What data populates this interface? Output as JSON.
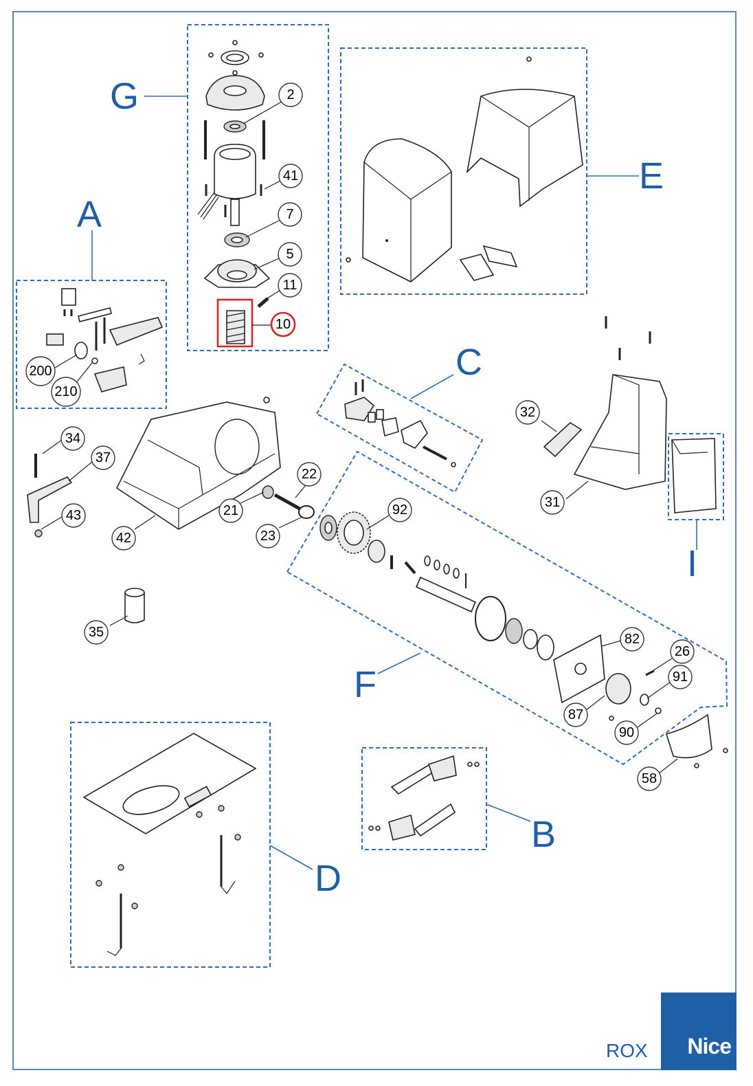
{
  "groups": {
    "A": "A",
    "B": "B",
    "C": "C",
    "D": "D",
    "E": "E",
    "F": "F",
    "G": "G",
    "I": "I"
  },
  "callouts": {
    "c2": "2",
    "c41": "41",
    "c7": "7",
    "c5": "5",
    "c11": "11",
    "c10": "10",
    "c200": "200",
    "c210": "210",
    "c34": "34",
    "c37": "37",
    "c43": "43",
    "c22": "22",
    "c21": "21",
    "c23": "23",
    "c42": "42",
    "c35": "35",
    "c32": "32",
    "c31": "31",
    "c92": "92",
    "c82": "82",
    "c26": "26",
    "c91": "91",
    "c87": "87",
    "c90": "90",
    "c58": "58"
  },
  "highlight": {
    "part": "10",
    "color": "#e02020"
  },
  "brand": {
    "name": "Nice",
    "model": "ROX",
    "color": "#1f5fa6"
  }
}
